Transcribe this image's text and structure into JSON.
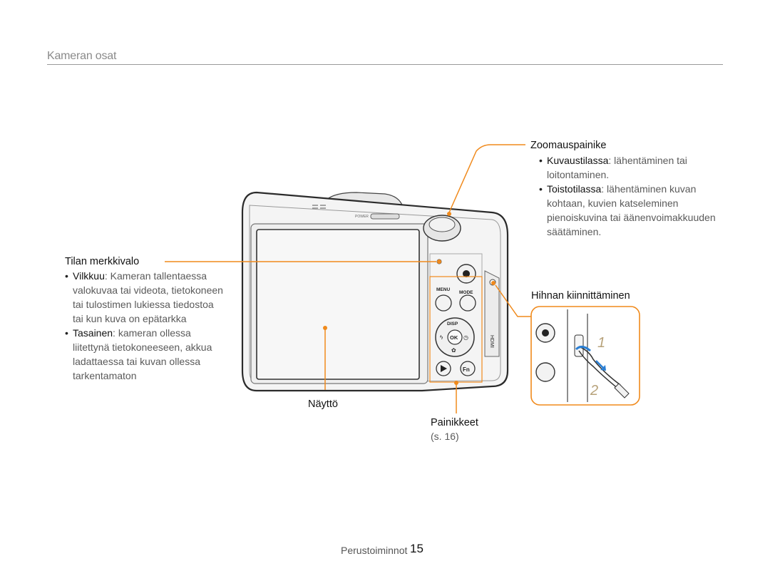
{
  "section_title": "Kameran osat",
  "callouts": {
    "mode_light": {
      "title": "Tilan merkkivalo",
      "bullets": [
        {
          "term": "Vilkkuu",
          "lines": [
            ": Kameran tallentaessa",
            "valokuvaa tai videota, tietokoneen",
            "tai tulostimen lukiessa tiedostoa",
            "tai kun kuva on epätarkka"
          ]
        },
        {
          "term": "Tasainen",
          "lines": [
            ": kameran ollessa",
            "liitettynä tietokoneeseen, akkua",
            "ladattaessa tai kuvan ollessa",
            "tarkentamaton"
          ]
        }
      ]
    },
    "zoom": {
      "title": "Zoomauspainike",
      "bullets": [
        {
          "term": "Kuvaustilassa",
          "lines": [
            ": lähentäminen tai",
            "loitontaminen."
          ]
        },
        {
          "term": "Toistotilassa",
          "lines": [
            ": lähentäminen kuvan",
            "kohtaan, kuvien katseleminen",
            "pienoiskuvina tai äänenvoimakkuuden",
            "säätäminen."
          ]
        }
      ]
    },
    "strap": {
      "title": "Hihnan kiinnittäminen",
      "step1": "1",
      "step2": "2"
    },
    "screen": {
      "title": "Näyttö"
    },
    "buttons": {
      "title": "Painikkeet",
      "ref": "(s. 16)"
    }
  },
  "camera_labels": {
    "menu": "MENU",
    "mode": "MODE",
    "disp": "DISP",
    "ok": "OK",
    "fn": "Fn",
    "hdmi": "HDMI",
    "power": "POWER"
  },
  "footer": {
    "section": "Perustoiminnot",
    "page": "15"
  },
  "colors": {
    "accent": "#f08a1c",
    "strap_blue": "#2a7fd4"
  }
}
